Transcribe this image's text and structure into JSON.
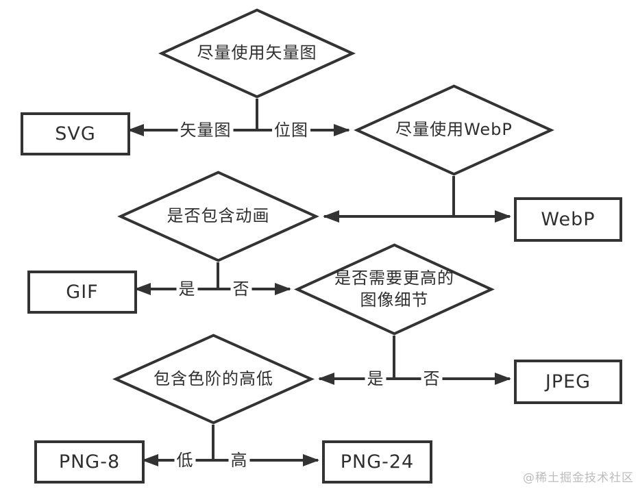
{
  "colors": {
    "stroke": "#333333",
    "text": "#2f2f2f",
    "background": "#ffffff",
    "watermark": "#bcbcbc"
  },
  "nodes": {
    "root_decision": {
      "type": "decision",
      "label": "尽量使用矢量图"
    },
    "webp_decision": {
      "type": "decision",
      "label": "尽量使用WebP"
    },
    "animation_decision": {
      "type": "decision",
      "label": "是否包含动画"
    },
    "detail_decision": {
      "type": "decision",
      "label": "是否需要更高的\n图像细节"
    },
    "levels_decision": {
      "type": "decision",
      "label": "包含色阶的高低"
    },
    "svg_box": {
      "type": "result",
      "label": "SVG"
    },
    "webp_box": {
      "type": "result",
      "label": "WebP"
    },
    "gif_box": {
      "type": "result",
      "label": "GIF"
    },
    "jpeg_box": {
      "type": "result",
      "label": "JPEG"
    },
    "png8_box": {
      "type": "result",
      "label": "PNG-8"
    },
    "png24_box": {
      "type": "result",
      "label": "PNG-24"
    }
  },
  "edge_labels": {
    "vector": "矢量图",
    "bitmap": "位图",
    "animation_yes": "是",
    "animation_no": "否",
    "detail_yes": "是",
    "detail_no": "否",
    "level_low": "低",
    "level_high": "高"
  },
  "watermark": "@稀土掘金技术社区"
}
